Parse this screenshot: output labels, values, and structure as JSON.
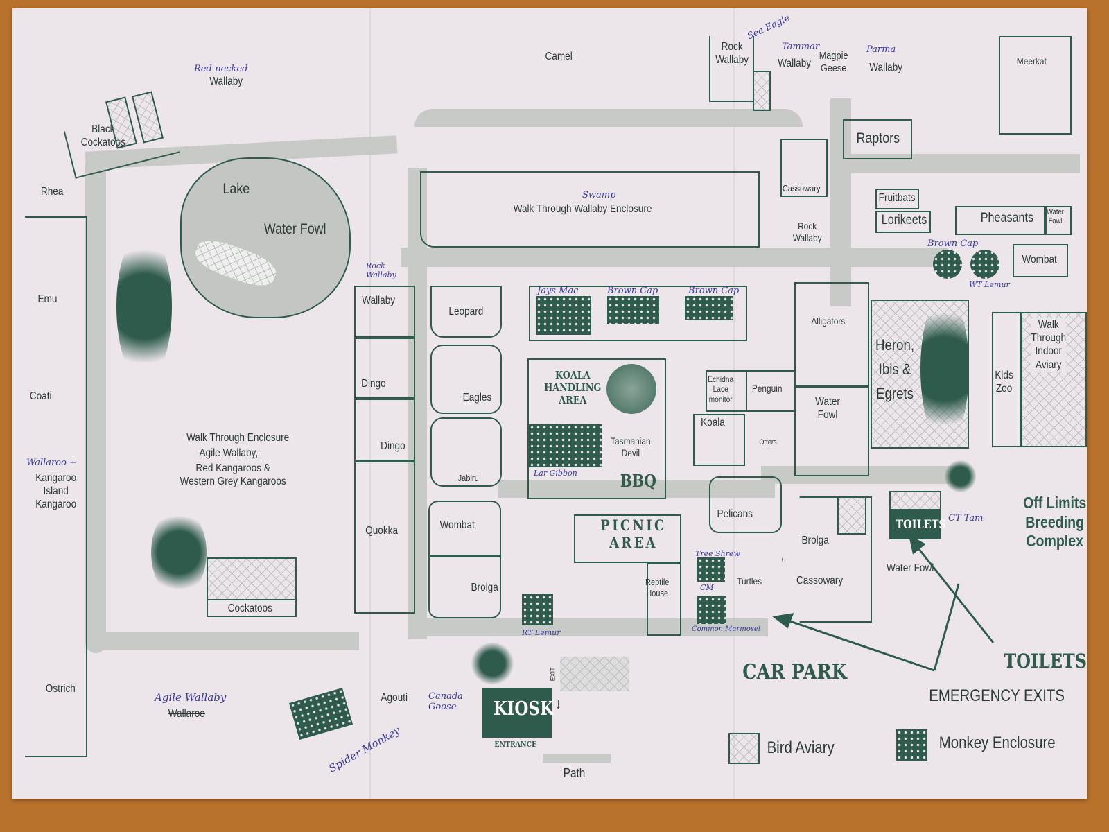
{
  "colors": {
    "ink": "#2e5b4b",
    "path": "#c8cac7",
    "paper": "#ece6ea",
    "pen": "#3b3b9c"
  },
  "labels": {
    "camel": "Camel",
    "rock_wallaby": "Rock\nWallaby",
    "tammar_wallaby": "Wallaby",
    "magpie_geese": "Magpie\nGeese",
    "parma_wallaby": "Wallaby",
    "meerkat": "Meerkat",
    "raptors": "Raptors",
    "cassowary_n": "Cassowary",
    "fruitbats": "Fruitbats",
    "lorikeets": "Lorikeets",
    "pheasants": "Pheasants",
    "water_fowl_ne": "Water\nFowl",
    "rock_wallaby_2": "Rock\nWallaby",
    "wombat_e": "Wombat",
    "walk_through_wallaby": "Walk Through Wallaby Enclosure",
    "wallaby_nw": "Wallaby",
    "black_cockatoos": "Black\nCockatoos",
    "rhea": "Rhea",
    "emu": "Emu",
    "coati": "Coati",
    "kangaroo_island": "Kangaroo\nIsland\nKangaroo",
    "ostrich": "Ostrich",
    "lake": "Lake",
    "water_fowl_lake": "Water Fowl",
    "walk_through_enclosure": "Walk Through Enclosure",
    "agile_wallaby_struck": "Agile Wallaby,",
    "kangaroos": "Red Kangaroos &\nWestern Grey Kangaroos",
    "cockatoos": "Cockatoos",
    "wallaroo_struck": "Wallaroo",
    "wallaby": "Wallaby",
    "leopard": "Leopard",
    "dingo1": "Dingo",
    "eagles": "Eagles",
    "dingo2": "Dingo",
    "jabiru": "Jabiru",
    "quokka": "Quokka",
    "koala_handling": "KOALA\nHANDLING\nAREA",
    "tasmanian_devil": "Tasmanian\nDevil",
    "bbq": "BBQ",
    "echidna": "Echidna\nLace\nmonitor",
    "penguin": "Penguin",
    "koala": "Koala",
    "otters": "Otters",
    "alligators": "Alligators",
    "water_fowl_mid": "Water\nFowl",
    "heron": "Heron,\nIbis &\nEgrets",
    "kids_zoo": "Kids\nZoo",
    "indoor_aviary": "Walk\nThrough\nIndoor\nAviary",
    "off_limits": "Off Limits\nBreeding\nComplex",
    "pelicans": "Pelicans",
    "wombat": "Wombat",
    "brolga_w": "Brolga",
    "picnic": "PICNIC\nAREA",
    "reptile_house": "Reptile\nHouse",
    "turtles": "Turtles",
    "brolga": "Brolga",
    "cassowary_s": "Cassowary",
    "toilets_box": "TOILETS",
    "water_fowl_s": "Water Fowl",
    "agouti": "Agouti",
    "kiosk": "KIOSK",
    "entrance": "ENTRANCE",
    "exit": "EXIT",
    "car_park": "CAR PARK",
    "toilets": "TOILETS",
    "emergency_exits": "EMERGENCY EXITS"
  },
  "handwritten": {
    "red_necked": "Red-necked",
    "sea_eagle": "Sea Eagle",
    "tammar": "Tammar",
    "parma": "Parma",
    "swamp": "Swamp",
    "rock_wallaby_note": "Rock Wallaby",
    "jays_mac": "Jays Mac",
    "brown_cap1": "Brown Cap",
    "brown_cap2": "Brown Cap",
    "brown_cap3": "Brown Cap",
    "wt_lemur": "WT Lemur",
    "lar_gibbon": "Lar Gibbon",
    "tree_shrew": "Tree Shrew",
    "cm": "CM",
    "common_marmoset": "Common Marmoset",
    "ct_tam": "CT Tam",
    "rt_lemur": "RT Lemur",
    "canada_goose": "Canada Goose",
    "spider_monkey": "Spider Monkey",
    "agile_wallaby": "Agile Wallaby",
    "wallaroo_plus": "Wallaroo +"
  },
  "legend": [
    {
      "label": "Bird Aviary",
      "pattern": "crosshatch"
    },
    {
      "label": "Monkey Enclosure",
      "pattern": "green-diamond"
    },
    {
      "label": "Path",
      "pattern": "gray-bar"
    }
  ]
}
